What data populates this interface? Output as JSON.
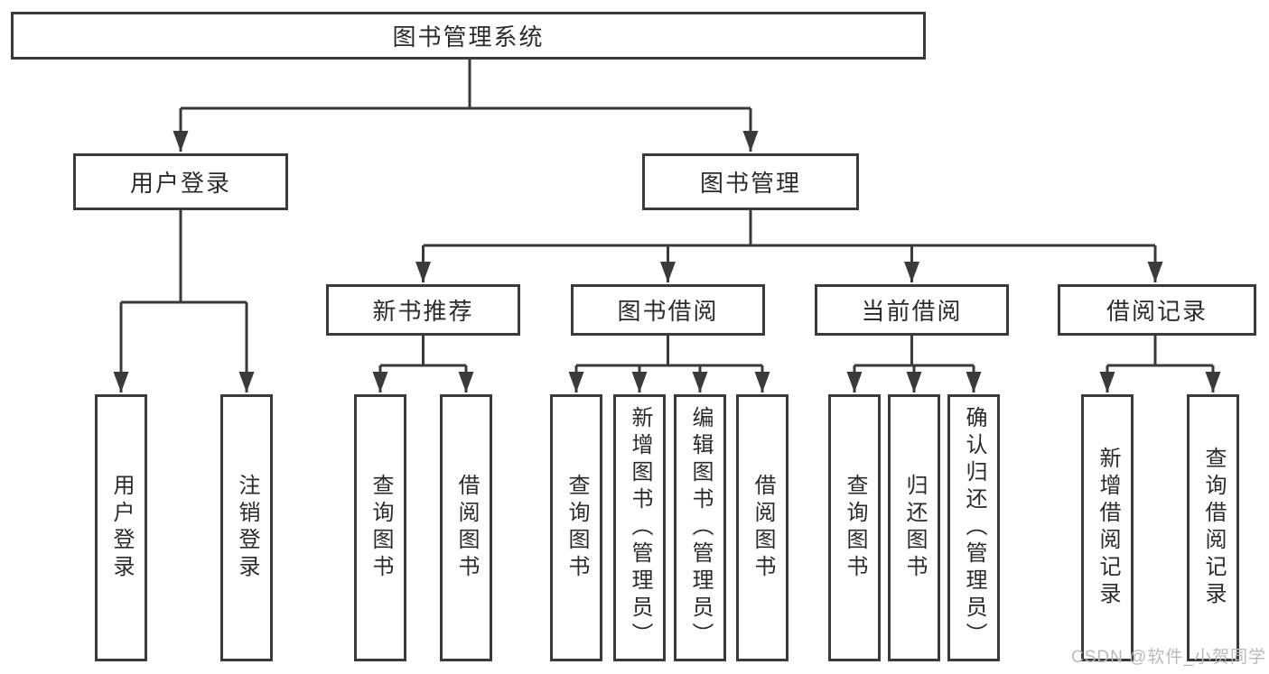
{
  "diagram": {
    "root": {
      "label": "图书管理系统"
    },
    "branches": [
      {
        "label": "用户登录",
        "children": [
          "用户登录",
          "注销登录"
        ]
      },
      {
        "label": "图书管理",
        "sections": [
          {
            "label": "新书推荐",
            "children": [
              "查询图书",
              "借阅图书"
            ]
          },
          {
            "label": "图书借阅",
            "children": [
              "查询图书",
              "新增图书（管理员）",
              "编辑图书（管理员）",
              "借阅图书"
            ]
          },
          {
            "label": "当前借阅",
            "children": [
              "查询图书",
              "归还图书",
              "确认归还（管理员）"
            ]
          },
          {
            "label": "借阅记录",
            "children": [
              "新增借阅记录",
              "查询借阅记录"
            ]
          }
        ]
      }
    ]
  },
  "watermark": "CSDN @软件_小贺同学",
  "colors": {
    "line": "#3a3a3a",
    "box_border": "#3a3a3a",
    "text": "#2b2b2b",
    "watermark": "#b9b9b9",
    "background": "#ffffff"
  }
}
